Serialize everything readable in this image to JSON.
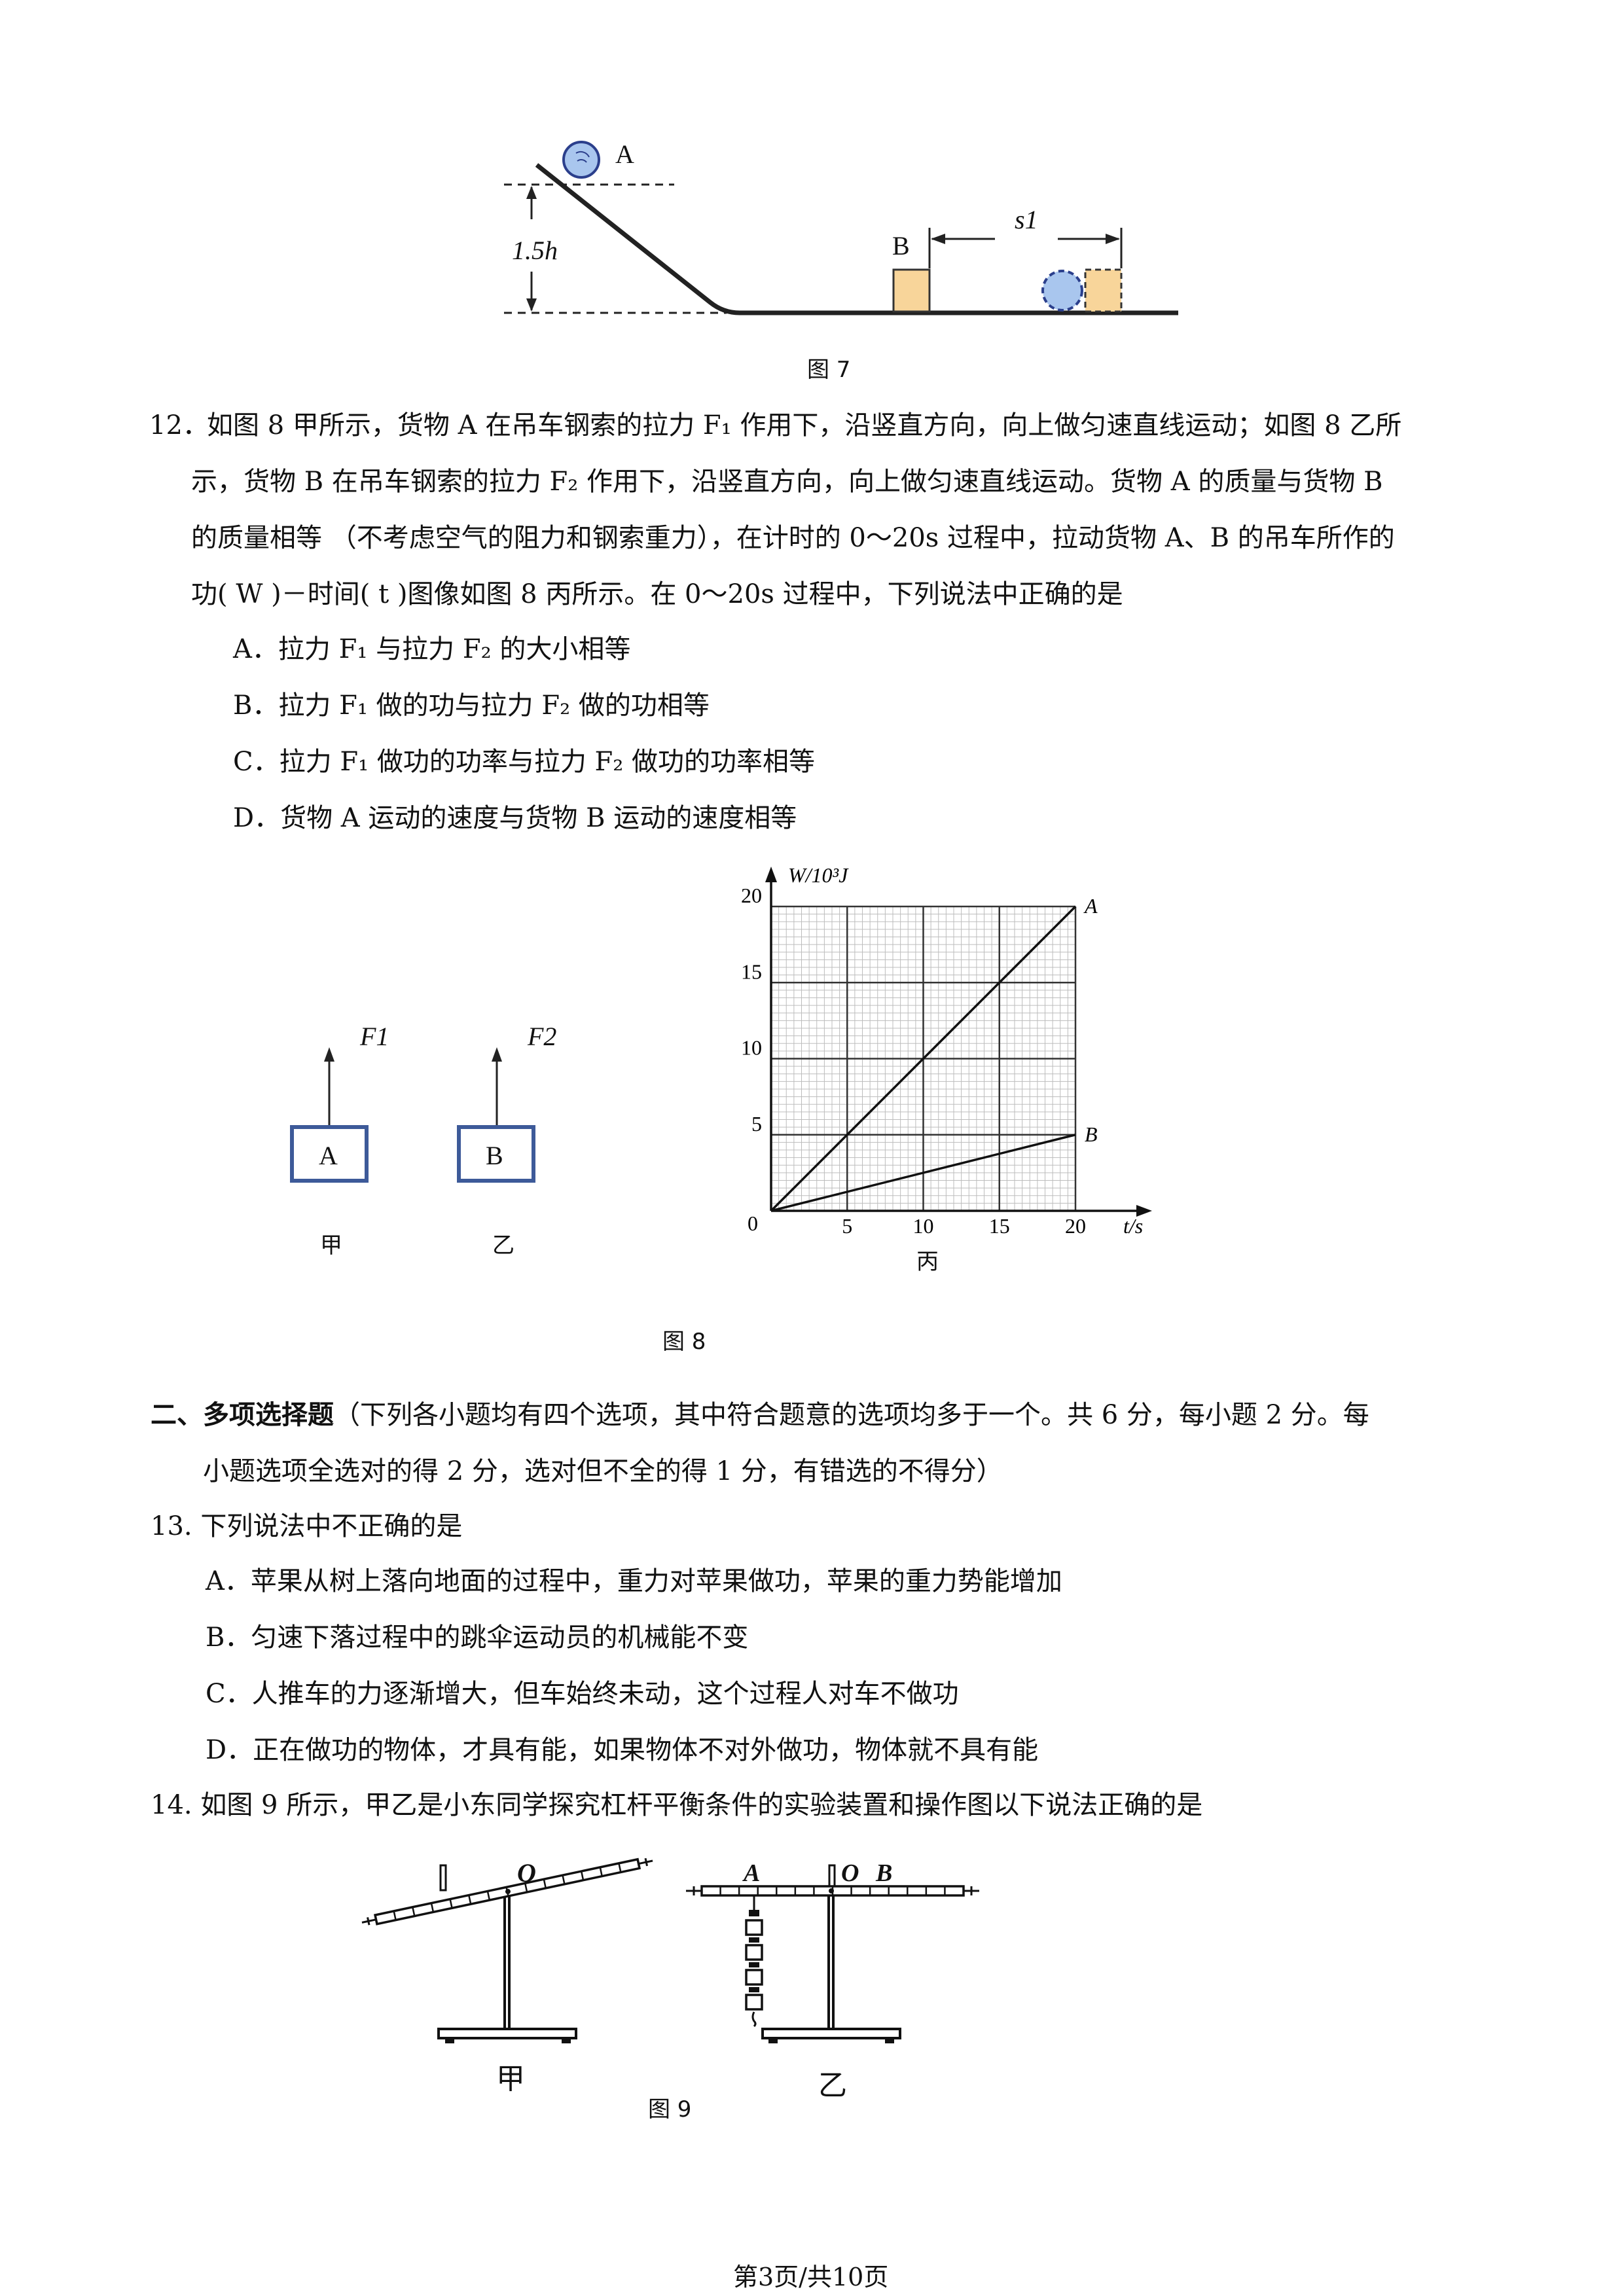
{
  "fig7": {
    "label_a": "A",
    "label_b": "B",
    "label_h": "1.5h",
    "label_s": "s1",
    "caption": "图 7"
  },
  "q12": {
    "number": "12．",
    "line1": "如图 8 甲所示，货物 A 在吊车钢索的拉力 F₁ 作用下，沿竖直方向，向上做匀速直线运动；如图 8 乙所",
    "line2": "示，货物 B 在吊车钢索的拉力 F₂ 作用下，沿竖直方向，向上做匀速直线运动。货物 A 的质量与货物 B",
    "line3": "的质量相等 （不考虑空气的阻力和钢索重力），在计时的 0～20s 过程中，拉动货物 A、B 的吊车所作的",
    "line4": "功( W )－时间( t )图像如图 8 丙所示。在 0～20s 过程中，下列说法中正确的是",
    "options": [
      "A．拉力 F₁ 与拉力 F₂ 的大小相等",
      "B．拉力 F₁ 做的功与拉力 F₂ 做的功相等",
      "C．拉力 F₁ 做功的功率与拉力 F₂ 做功的功率相等",
      "D．货物 A 运动的速度与货物 B 运动的速度相等"
    ]
  },
  "fig8": {
    "box_a": "A",
    "box_b": "B",
    "force_1": "F1",
    "force_2": "F2",
    "label_jia": "甲",
    "label_yi": "乙",
    "label_bing": "丙",
    "caption": "图 8"
  },
  "chart_data": {
    "type": "line",
    "ylabel": "W/10³J",
    "xlabel": "t/s",
    "xlim": [
      0,
      20
    ],
    "ylim": [
      0,
      20
    ],
    "x_ticks": [
      "5",
      "10",
      "15",
      "20"
    ],
    "y_ticks": [
      "5",
      "10",
      "15",
      "20"
    ],
    "origin_label": "0",
    "grid": true,
    "series": [
      {
        "name": "A",
        "x": [
          0,
          20
        ],
        "y": [
          0,
          20
        ]
      },
      {
        "name": "B",
        "x": [
          0,
          20
        ],
        "y": [
          0,
          5
        ]
      }
    ]
  },
  "section2": {
    "title": "二、多项选择题",
    "desc1": "（下列各小题均有四个选项，其中符合题意的选项均多于一个。共 6 分，每小题 2 分。每",
    "desc2": "小题选项全选对的得 2 分，选对但不全的得 1 分，有错选的不得分）"
  },
  "q13": {
    "stem": "13. 下列说法中不正确的是",
    "options": [
      "A．苹果从树上落向地面的过程中，重力对苹果做功，苹果的重力势能增加",
      "B．匀速下落过程中的跳伞运动员的机械能不变",
      "C．人推车的力逐渐增大，但车始终未动，这个过程人对车不做功",
      "D．正在做功的物体，才具有能，如果物体不对外做功，物体就不具有能"
    ]
  },
  "q14": {
    "stem": "14. 如图 9 所示，甲乙是小东同学探究杠杆平衡条件的实验装置和操作图以下说法正确的是"
  },
  "fig9": {
    "label_o1": "O",
    "label_a": "A",
    "label_o2": "O",
    "label_b": "B",
    "label_jia": "甲",
    "label_yi": "乙",
    "caption": "图 9"
  },
  "footer": {
    "page": "第3页/共10页"
  }
}
